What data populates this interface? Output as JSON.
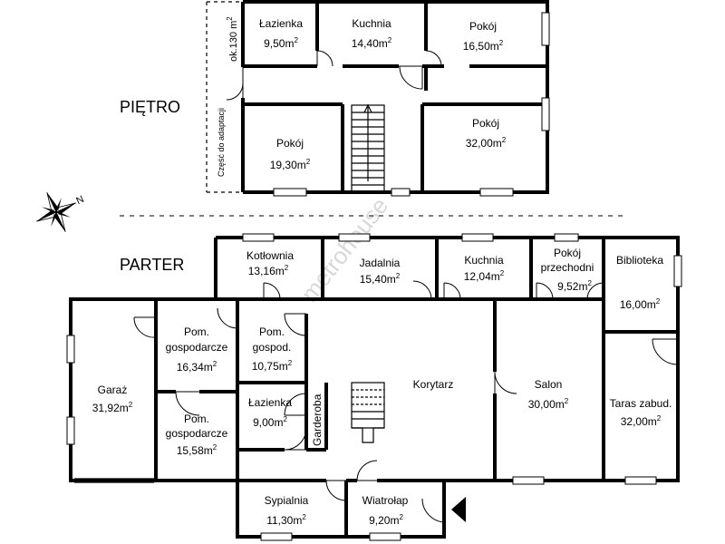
{
  "floors": {
    "upper": "PIĘTRO",
    "ground": "PARTER"
  },
  "watermark": "metrohouse",
  "upper_rooms": {
    "lazienka": {
      "name": "Łazienka",
      "area": "9,50m",
      "unit_sup": "2"
    },
    "kuchnia": {
      "name": "Kuchnia",
      "area": "14,40m",
      "unit_sup": "2"
    },
    "pokoj_small": {
      "name": "Pokój",
      "area": "16,50m",
      "unit_sup": "2"
    },
    "pokoj_large": {
      "name": "Pokój",
      "area": "32,00m",
      "unit_sup": "2"
    },
    "pokoj_left": {
      "name": "Pokój",
      "area": "19,30m",
      "unit_sup": "2"
    },
    "side_area": {
      "text": "ok.130 m",
      "unit_sup": "2"
    },
    "side_note": "Część do adaptacji"
  },
  "ground_rooms": {
    "kotlownia": {
      "name": "Kotłownia",
      "area": "13,16m",
      "unit_sup": "2"
    },
    "jadalnia": {
      "name": "Jadalnia",
      "area": "15,40m",
      "unit_sup": "2"
    },
    "kuchnia": {
      "name": "Kuchnia",
      "area": "12,04m",
      "unit_sup": "2"
    },
    "pokoj_przechodni": {
      "name1": "Pokój",
      "name2": "przechodni",
      "area": "9,52m",
      "unit_sup": "2"
    },
    "biblioteka": {
      "name": "Biblioteka",
      "area": "16,00m",
      "unit_sup": "2"
    },
    "garaz": {
      "name": "Garaż",
      "area": "31,92m",
      "unit_sup": "2"
    },
    "pom_gosp_1": {
      "name1": "Pom.",
      "name2": "gospodarcze",
      "area": "16,34m",
      "unit_sup": "2"
    },
    "pom_gosp_small": {
      "name1": "Pom.",
      "name2": "gospod.",
      "area": "10,75m",
      "unit_sup": "2"
    },
    "korytarz": {
      "name": "Korytarz"
    },
    "salon": {
      "name": "Salon",
      "area": "30,00m",
      "unit_sup": "2"
    },
    "taras": {
      "name": "Taras zabud.",
      "area": "32,00m",
      "unit_sup": "2"
    },
    "lazienka": {
      "name": "Łazienka",
      "area": "9,00m",
      "unit_sup": "2"
    },
    "garderoba": {
      "name": "Garderoba"
    },
    "pom_gosp_2": {
      "name1": "Pom.",
      "name2": "gospodarcze",
      "area": "15,58m",
      "unit_sup": "2"
    },
    "sypialnia": {
      "name": "Sypialnia",
      "area": "11,30m",
      "unit_sup": "2"
    },
    "wiatrolap": {
      "name": "Wiatrołap",
      "area": "9,20m",
      "unit_sup": "2"
    }
  },
  "compass": {
    "label": "N"
  }
}
